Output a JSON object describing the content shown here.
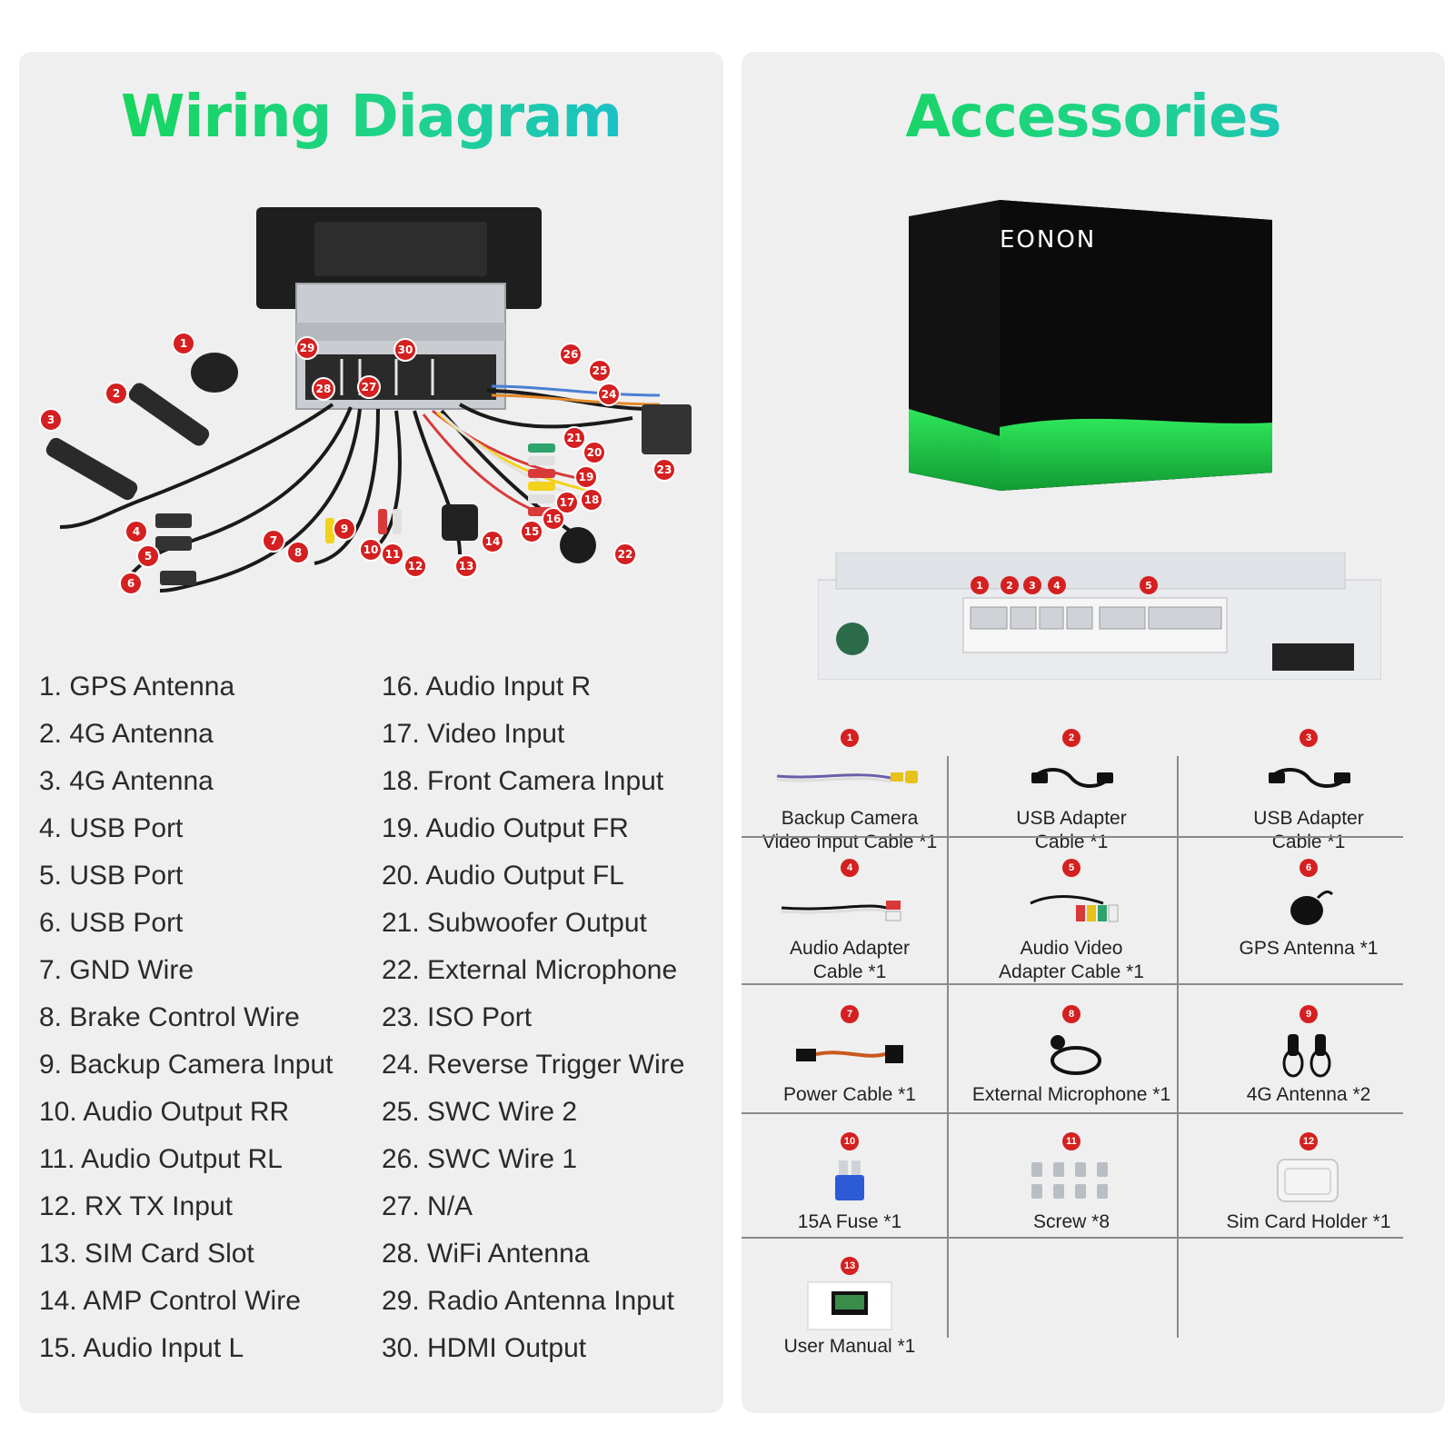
{
  "wiring": {
    "title": "Wiring Diagram",
    "legend_col1": [
      "1. GPS Antenna",
      "2. 4G Antenna",
      "3. 4G Antenna",
      "4. USB Port",
      "5. USB Port",
      "6. USB Port",
      "7. GND Wire",
      "8. Brake Control Wire",
      "9. Backup Camera Input",
      "10. Audio Output RR",
      "11. Audio Output RL",
      "12. RX TX Input",
      "13. SIM Card Slot",
      "14. AMP Control Wire",
      "15. Audio Input L"
    ],
    "legend_col2": [
      "16. Audio Input R",
      "17. Video Input",
      "18. Front Camera Input",
      "19. Audio Output FR",
      "20. Audio Output FL",
      "21. Subwoofer Output",
      "22. External Microphone",
      "23. ISO Port",
      "24. Reverse Trigger Wire",
      "25. SWC Wire 2",
      "26. SWC Wire 1",
      "27. N/A",
      "28. WiFi Antenna",
      "29. Radio Antenna Input",
      "30. HDMI Output"
    ],
    "callouts": [
      "1",
      "2",
      "3",
      "4",
      "5",
      "6",
      "7",
      "8",
      "9",
      "10",
      "11",
      "12",
      "13",
      "14",
      "15",
      "16",
      "17",
      "18",
      "19",
      "20",
      "21",
      "22",
      "23",
      "24",
      "25",
      "26",
      "27",
      "28",
      "29",
      "30"
    ]
  },
  "accessories": {
    "title": "Accessories",
    "brand": "EONON",
    "port_numbers": [
      "1",
      "2",
      "3",
      "4",
      "5"
    ],
    "items": [
      {
        "num": "1",
        "line1": "Backup Camera",
        "line2": "Video Input Cable *1",
        "icon": "rca-cable-icon"
      },
      {
        "num": "2",
        "line1": "USB Adapter",
        "line2": "Cable *1",
        "icon": "usb-cable-icon"
      },
      {
        "num": "3",
        "line1": "USB Adapter",
        "line2": "Cable *1",
        "icon": "usb-cable-icon"
      },
      {
        "num": "4",
        "line1": "Audio Adapter",
        "line2": "Cable *1",
        "icon": "audio-cable-icon"
      },
      {
        "num": "5",
        "line1": "Audio Video",
        "line2": "Adapter Cable *1",
        "icon": "av-cable-icon"
      },
      {
        "num": "6",
        "line1": "GPS Antenna *1",
        "line2": "",
        "icon": "gps-antenna-icon"
      },
      {
        "num": "7",
        "line1": "Power Cable *1",
        "line2": "",
        "icon": "power-cable-icon"
      },
      {
        "num": "8",
        "line1": "External Microphone *1",
        "line2": "",
        "icon": "microphone-icon"
      },
      {
        "num": "9",
        "line1": "4G Antenna *2",
        "line2": "",
        "icon": "antenna-4g-icon"
      },
      {
        "num": "10",
        "line1": "15A Fuse *1",
        "line2": "",
        "icon": "fuse-icon"
      },
      {
        "num": "11",
        "line1": "Screw *8",
        "line2": "",
        "icon": "screw-icon"
      },
      {
        "num": "12",
        "line1": "Sim Card Holder *1",
        "line2": "",
        "icon": "sim-holder-icon"
      },
      {
        "num": "13",
        "line1": "User Manual *1",
        "line2": "",
        "icon": "manual-icon"
      }
    ]
  },
  "colors": {
    "title_gradient_start": "#14d651",
    "title_gradient_end": "#1ab8e3",
    "badge": "#d42020",
    "panel_bg": "#efefef"
  }
}
